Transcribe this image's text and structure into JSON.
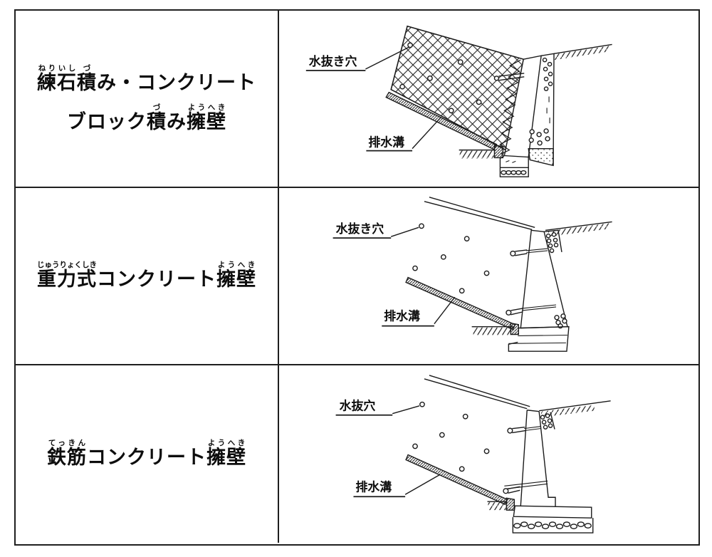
{
  "colors": {
    "line": "#1a1a1a",
    "background": "#ffffff",
    "text": "#0d0d0d"
  },
  "table": {
    "rows": [
      {
        "label_lines": [
          {
            "segments": [
              {
                "t": "練石",
                "r": "ねりいし"
              },
              {
                "t": "積",
                "r": "づ"
              },
              {
                "t": "み・コンクリート",
                "r": ""
              }
            ]
          },
          {
            "segments": [
              {
                "t": "ブロック",
                "r": ""
              },
              {
                "t": "積",
                "r": "づ"
              },
              {
                "t": "み",
                "r": ""
              },
              {
                "t": "擁壁",
                "r": "ようへき"
              }
            ]
          }
        ],
        "diagram": {
          "hole_label": "水抜き穴",
          "drain_label": "排水溝"
        }
      },
      {
        "label_lines": [
          {
            "segments": [
              {
                "t": "重力式",
                "r": "じゅうりょくしき"
              },
              {
                "t": "コンクリート",
                "r": ""
              },
              {
                "t": "擁壁",
                "r": "ようへき"
              }
            ]
          }
        ],
        "diagram": {
          "hole_label": "水抜き穴",
          "drain_label": "排水溝"
        }
      },
      {
        "label_lines": [
          {
            "segments": [
              {
                "t": "鉄筋",
                "r": "てっきん"
              },
              {
                "t": "コンクリート",
                "r": ""
              },
              {
                "t": "擁壁",
                "r": "ようへき"
              }
            ]
          }
        ],
        "diagram": {
          "hole_label": "水抜穴",
          "drain_label": "排水溝"
        }
      }
    ]
  }
}
